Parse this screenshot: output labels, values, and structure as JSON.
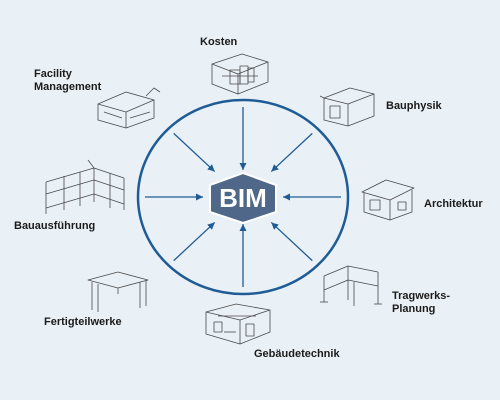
{
  "center": {
    "label": "BIM"
  },
  "disciplines": [
    {
      "id": "kosten",
      "label": "Kosten",
      "icon": "cost-model-icon"
    },
    {
      "id": "bauphysik",
      "label": "Bauphysik",
      "icon": "building-physics-icon"
    },
    {
      "id": "architektur",
      "label": "Architektur",
      "icon": "architecture-house-icon"
    },
    {
      "id": "tragwerksplanung",
      "label": "Tragwerks-\nPlanung",
      "icon": "structural-frame-icon"
    },
    {
      "id": "gebaeudetechnik",
      "label": "Gebäudetechnik",
      "icon": "building-services-icon"
    },
    {
      "id": "fertigteilwerke",
      "label": "Fertigteilwerke",
      "icon": "precast-frame-icon"
    },
    {
      "id": "bauausfuehrung",
      "label": "Bauausführung",
      "icon": "construction-scaffold-icon"
    },
    {
      "id": "facility_management",
      "label": "Facility\nManagement",
      "icon": "facility-building-icon"
    }
  ],
  "colors": {
    "background": "#e9f1f7",
    "ring": "#1f5c96",
    "arrows": "#1f5c96",
    "hexagon": "#4f6788",
    "hexagon_stroke": "#ffffff",
    "center_text": "#ffffff",
    "icon_stroke": "#4a4a4a"
  }
}
